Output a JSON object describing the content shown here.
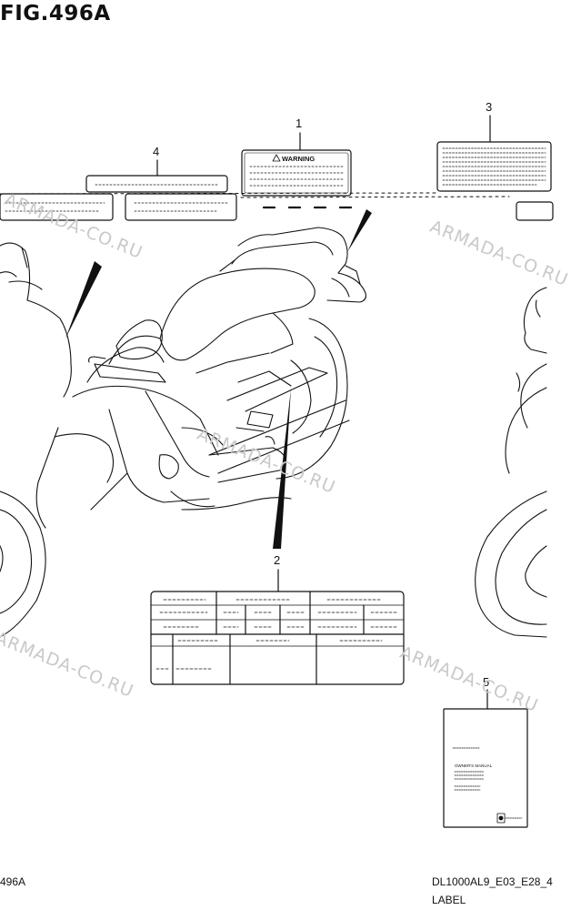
{
  "figure": {
    "title": "FIG.496A"
  },
  "callouts": [
    {
      "id": "1",
      "label": "1"
    },
    {
      "id": "2",
      "label": "2"
    },
    {
      "id": "3",
      "label": "3"
    },
    {
      "id": "4",
      "label": "4"
    },
    {
      "id": "5",
      "label": "5"
    }
  ],
  "labels": {
    "warning_text": "WARNING",
    "manual_text": "OWNER'S MANUAL"
  },
  "watermark": {
    "text": "ARMADA-CO.RU"
  },
  "footer": {
    "left_code": "496A",
    "model_code": "DL1000AL9_E03_E28_4",
    "section": "LABEL"
  }
}
